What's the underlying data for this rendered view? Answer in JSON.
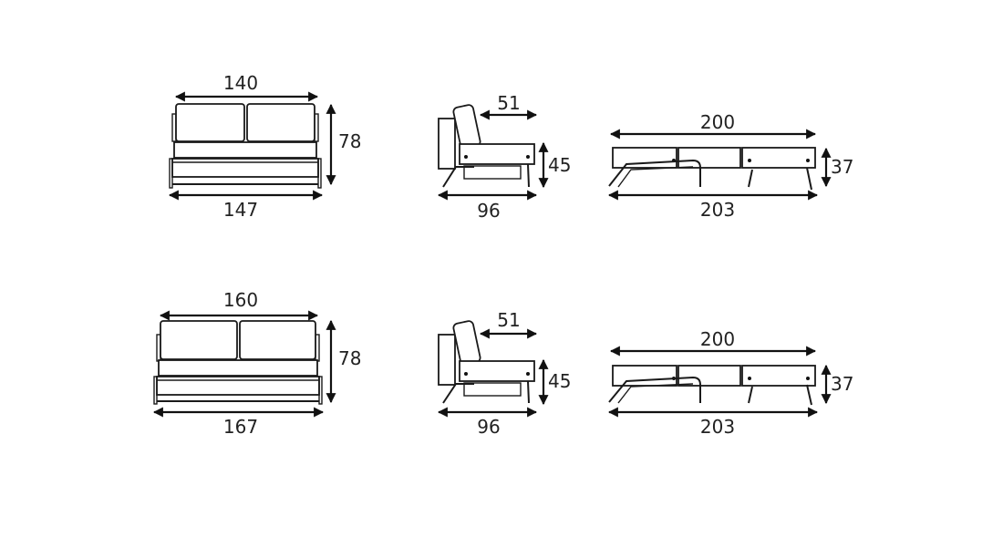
{
  "rows": [
    {
      "front": {
        "width_top": "140",
        "height": "78",
        "width_bottom": "147"
      },
      "side": {
        "depth_top": "51",
        "seat_height": "45",
        "depth_bottom": "96"
      },
      "bed": {
        "length_top": "200",
        "height": "37",
        "length_bottom": "203"
      }
    },
    {
      "front": {
        "width_top": "160",
        "height": "78",
        "width_bottom": "167"
      },
      "side": {
        "depth_top": "51",
        "seat_height": "45",
        "depth_bottom": "96"
      },
      "bed": {
        "length_top": "200",
        "height": "37",
        "length_bottom": "203"
      }
    }
  ]
}
